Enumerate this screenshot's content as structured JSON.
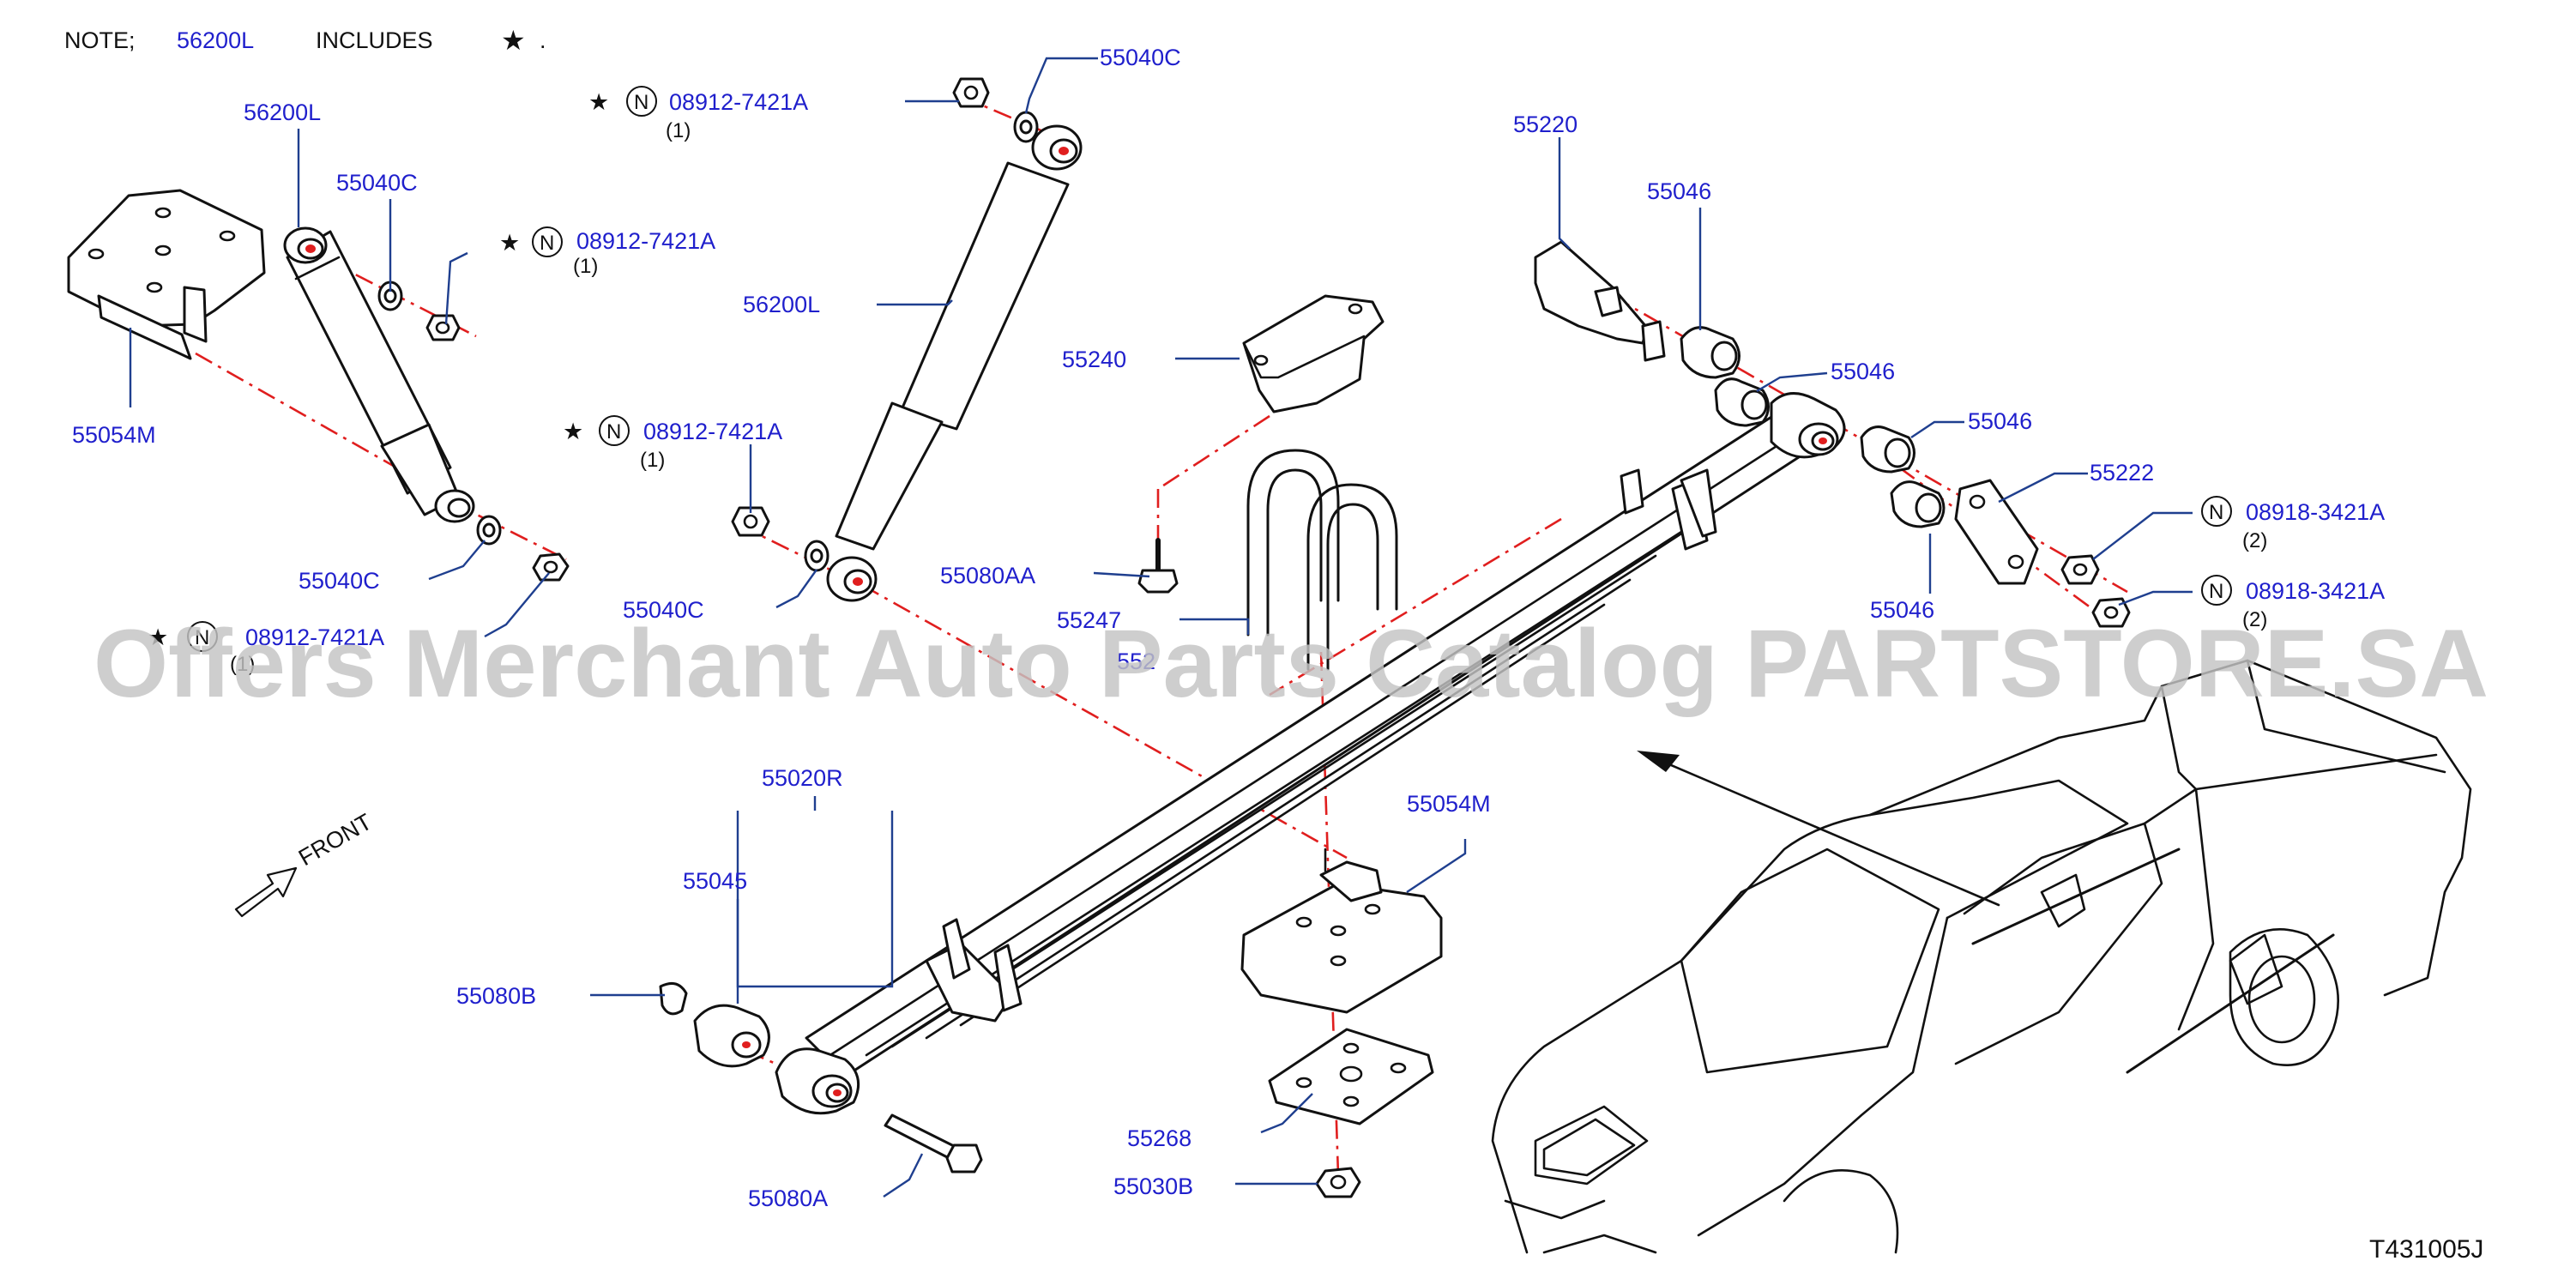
{
  "diagram": {
    "note": {
      "prefix": "NOTE;",
      "part": "56200L",
      "includes": "INCLUDES",
      "star": "★",
      "suffix": "."
    },
    "star_symbol": "★",
    "n_symbol": "N",
    "front_label": "FRONT",
    "watermark": "Offers Merchant Auto Parts Catalog PARTSTORE.SA",
    "drawing_id": "T431005J",
    "parts": {
      "shock_left": "56200L",
      "shock_right": "56200L",
      "bushing_left_top": "55040C",
      "bushing_left_bottom": "55040C",
      "bushing_right_top": "55040C",
      "bushing_right_bottom": "55040C",
      "nut_a": {
        "number": "08912-7421A",
        "qty": "(1)"
      },
      "nut_b": {
        "number": "08912-7421A",
        "qty": "(1)"
      },
      "nut_c": {
        "number": "08912-7421A",
        "qty": "(1)"
      },
      "nut_d": {
        "number": "08912-7421A",
        "qty": "(1)"
      },
      "seat_upper": "55054M",
      "seat_lower": "55054M",
      "bumper": "55240",
      "bolt_bumper": "55080AA",
      "u_bolt": "55247",
      "u_bolt_partial": "552",
      "spring_assembly": "55020R",
      "front_bushing": "55045",
      "bolt_front_nut": "55080B",
      "bolt_front": "55080A",
      "shackle_bracket": "55220",
      "shackle_bushing_1": "55046",
      "shackle_bushing_2": "55046",
      "shackle_bushing_3": "55046",
      "shackle_bushing_4": "55046",
      "shackle_plate": "55222",
      "nut_shackle_1": {
        "number": "08918-3421A",
        "qty": "(2)"
      },
      "nut_shackle_2": {
        "number": "08918-3421A",
        "qty": "(2)"
      },
      "pad_lower": "55268",
      "nut_u_bolt": "55030B"
    }
  }
}
